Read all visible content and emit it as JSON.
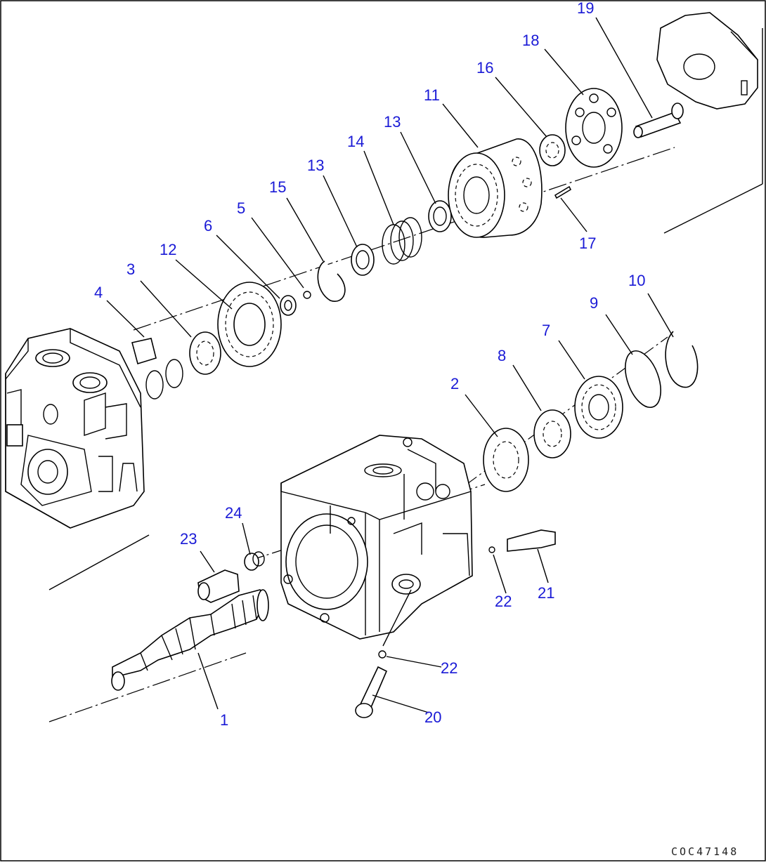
{
  "diagram": {
    "drawing_code": "COC47148",
    "callouts": [
      {
        "id": "c1",
        "label": "1"
      },
      {
        "id": "c2",
        "label": "2"
      },
      {
        "id": "c3",
        "label": "3"
      },
      {
        "id": "c4",
        "label": "4"
      },
      {
        "id": "c5",
        "label": "5"
      },
      {
        "id": "c6",
        "label": "6"
      },
      {
        "id": "c7",
        "label": "7"
      },
      {
        "id": "c8",
        "label": "8"
      },
      {
        "id": "c9",
        "label": "9"
      },
      {
        "id": "c10",
        "label": "10"
      },
      {
        "id": "c11",
        "label": "11"
      },
      {
        "id": "c12",
        "label": "12"
      },
      {
        "id": "c13a",
        "label": "13"
      },
      {
        "id": "c13b",
        "label": "13"
      },
      {
        "id": "c14",
        "label": "14"
      },
      {
        "id": "c15",
        "label": "15"
      },
      {
        "id": "c16",
        "label": "16"
      },
      {
        "id": "c17",
        "label": "17"
      },
      {
        "id": "c18",
        "label": "18"
      },
      {
        "id": "c19",
        "label": "19"
      },
      {
        "id": "c20",
        "label": "20"
      },
      {
        "id": "c21",
        "label": "21"
      },
      {
        "id": "c22a",
        "label": "22"
      },
      {
        "id": "c22b",
        "label": "22"
      },
      {
        "id": "c23",
        "label": "23"
      },
      {
        "id": "c24",
        "label": "24"
      }
    ]
  }
}
